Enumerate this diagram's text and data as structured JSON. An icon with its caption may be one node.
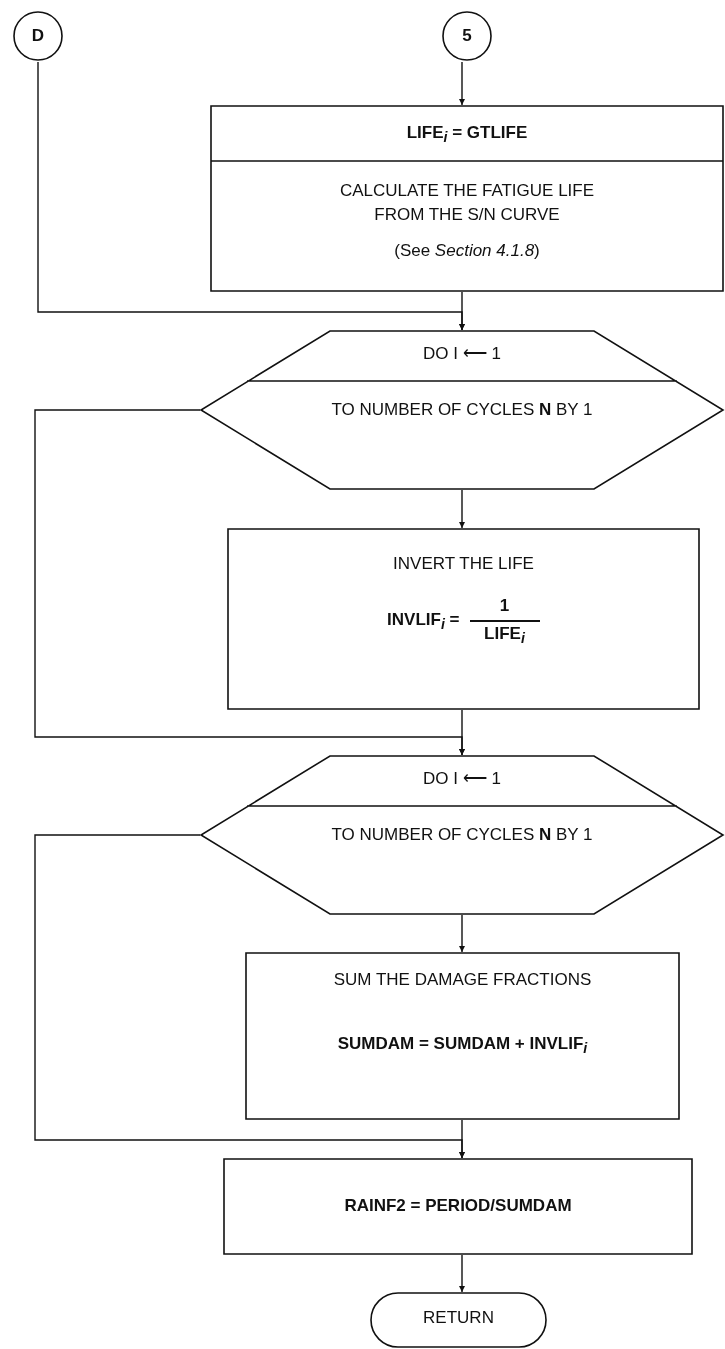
{
  "diagram": {
    "nodes": [
      {
        "text": [
          "D"
        ]
      },
      {
        "text": [
          "5"
        ]
      },
      {
        "text": [
          "LIFE$_{i}$ = GTLIFE",
          "CALCULATE THE FATIGUE LIFE FROM THE S/N CURVE",
          "(See *Section 4.1.8*)"
        ]
      },
      {
        "text": [
          "DO I ⟵ 1",
          "TO NUMBER OF CYCLES **N** BY 1"
        ]
      },
      {
        "text": [
          "INVERT THE LIFE",
          "INVLIF$_{i}$ =",
          "1",
          "LIFE$_{i}$"
        ]
      },
      {
        "text": [
          "DO I ⟵ 1",
          "TO NUMBER OF CYCLES **N** BY 1"
        ]
      },
      {
        "text": [
          "SUM THE DAMAGE FRACTIONS",
          "SUMDAM = SUMDAM + INVLIF$_{i}$"
        ]
      },
      {
        "text": [
          "RAINF2 = PERIOD/SUMDAM"
        ]
      },
      {
        "text": [
          "RETURN"
        ]
      }
    ],
    "edges": [
      {
        "from": 1,
        "to": 2,
        "arrow": "to"
      },
      {
        "from": 2,
        "to": 3,
        "arrow": "to"
      },
      {
        "from": 0,
        "to": 3,
        "arrow": "to"
      },
      {
        "from": 3,
        "to": 4,
        "arrow": "to"
      },
      {
        "from": 4,
        "to": 5,
        "arrow": "to"
      },
      {
        "from": 3,
        "to": 5,
        "arrow": "to"
      },
      {
        "from": 5,
        "to": 6,
        "arrow": "to"
      },
      {
        "from": 6,
        "to": 7,
        "arrow": "to"
      },
      {
        "from": 5,
        "to": 7,
        "arrow": "to"
      },
      {
        "from": 7,
        "to": 8,
        "arrow": "to"
      }
    ]
  }
}
